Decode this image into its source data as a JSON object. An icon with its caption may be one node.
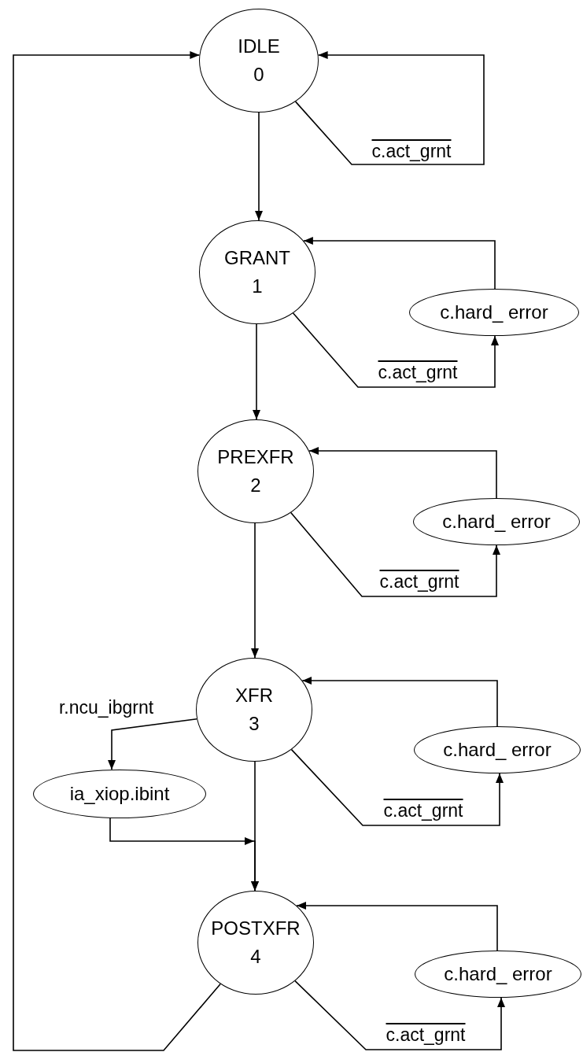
{
  "diagram": {
    "nodes": [
      {
        "text": [
          "IDLE",
          "0"
        ]
      },
      {
        "text": [
          "GRANT",
          "1"
        ]
      },
      {
        "text": [
          "c.hard_ error"
        ]
      },
      {
        "text": [
          "PREXFR",
          "2"
        ]
      },
      {
        "text": [
          "c.hard_ error"
        ]
      },
      {
        "text": [
          "XFR",
          "3"
        ]
      },
      {
        "text": [
          "c.hard_ error"
        ]
      },
      {
        "text": [
          "ia_xiop.ibint"
        ]
      },
      {
        "text": [
          "POSTXFR",
          "4"
        ]
      },
      {
        "text": [
          "c.hard_ error"
        ]
      }
    ],
    "edges": [
      {
        "from": 0,
        "to": 0,
        "arrow": "to",
        "label": "c.act_grnt"
      },
      {
        "from": 0,
        "to": 1,
        "arrow": "to"
      },
      {
        "from": 1,
        "to": 2,
        "arrow": "to",
        "label": "c.act_grnt"
      },
      {
        "from": 2,
        "to": 1,
        "arrow": "to"
      },
      {
        "from": 1,
        "to": 3,
        "arrow": "to"
      },
      {
        "from": 3,
        "to": 4,
        "arrow": "to",
        "label": "c.act_grnt"
      },
      {
        "from": 4,
        "to": 3,
        "arrow": "to"
      },
      {
        "from": 3,
        "to": 5,
        "arrow": "to"
      },
      {
        "from": 5,
        "to": 6,
        "arrow": "to",
        "label": "c.act_grnt"
      },
      {
        "from": 6,
        "to": 5,
        "arrow": "to"
      },
      {
        "from": 5,
        "to": 7,
        "arrow": "to",
        "label": "r.ncu_ibgrnt"
      },
      {
        "from": 5,
        "to": 8,
        "arrow": "to"
      },
      {
        "from": 7,
        "to": 8,
        "arrow": "to"
      },
      {
        "from": 8,
        "to": 9,
        "arrow": "to",
        "label": "c.act_grnt"
      },
      {
        "from": 9,
        "to": 8,
        "arrow": "to"
      },
      {
        "from": 8,
        "to": 0,
        "arrow": "to"
      }
    ]
  }
}
